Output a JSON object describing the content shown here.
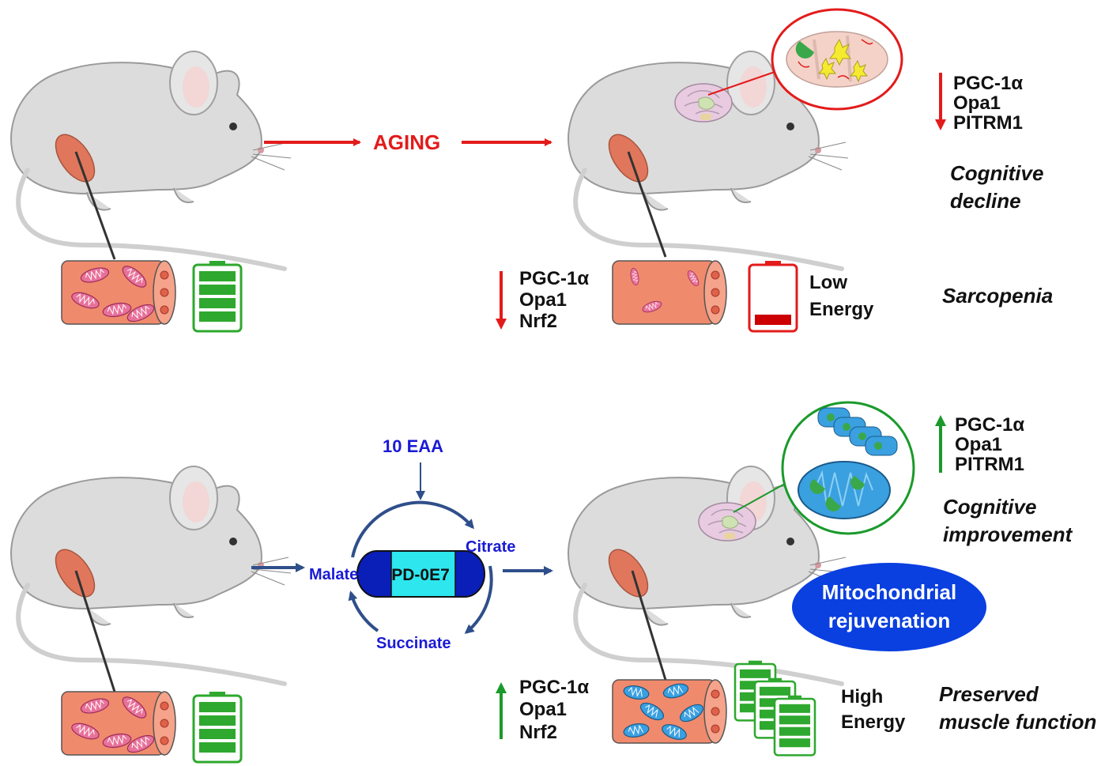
{
  "top": {
    "aging_label": "AGING",
    "brain_markers": [
      "PGC-1α",
      "Opa1",
      "PITRM1"
    ],
    "brain_outcome": [
      "Cognitive",
      "decline"
    ],
    "muscle_markers": [
      "PGC-1α",
      "Opa1",
      "Nrf2"
    ],
    "energy_label": [
      "Low",
      "Energy"
    ],
    "muscle_outcome": "Sarcopenia"
  },
  "bottom": {
    "supplement": "10 EAA",
    "cycle": {
      "center": "PD-0E7",
      "citrate": "Citrate",
      "malate": "Malate",
      "succinate": "Succinate"
    },
    "brain_markers": [
      "PGC-1α",
      "Opa1",
      "PITRM1"
    ],
    "brain_outcome": [
      "Cognitive",
      "improvement"
    ],
    "mito_badge": [
      "Mitochondrial",
      "rejuvenation"
    ],
    "muscle_markers": [
      "PGC-1α",
      "Opa1",
      "Nrf2"
    ],
    "energy_label": [
      "High",
      "Energy"
    ],
    "muscle_outcome": [
      "Preserved",
      "muscle function"
    ]
  },
  "colors": {
    "decrease": "#e31b1b",
    "increase": "#1a9a2a",
    "pathway": "#2f4f8a",
    "cycle_text": "#1a1ad6",
    "badge": "#0a3fe0",
    "muscle": "#f08a6c",
    "battery": "#2ea82e",
    "mito_blue": "#3aa0e0"
  }
}
